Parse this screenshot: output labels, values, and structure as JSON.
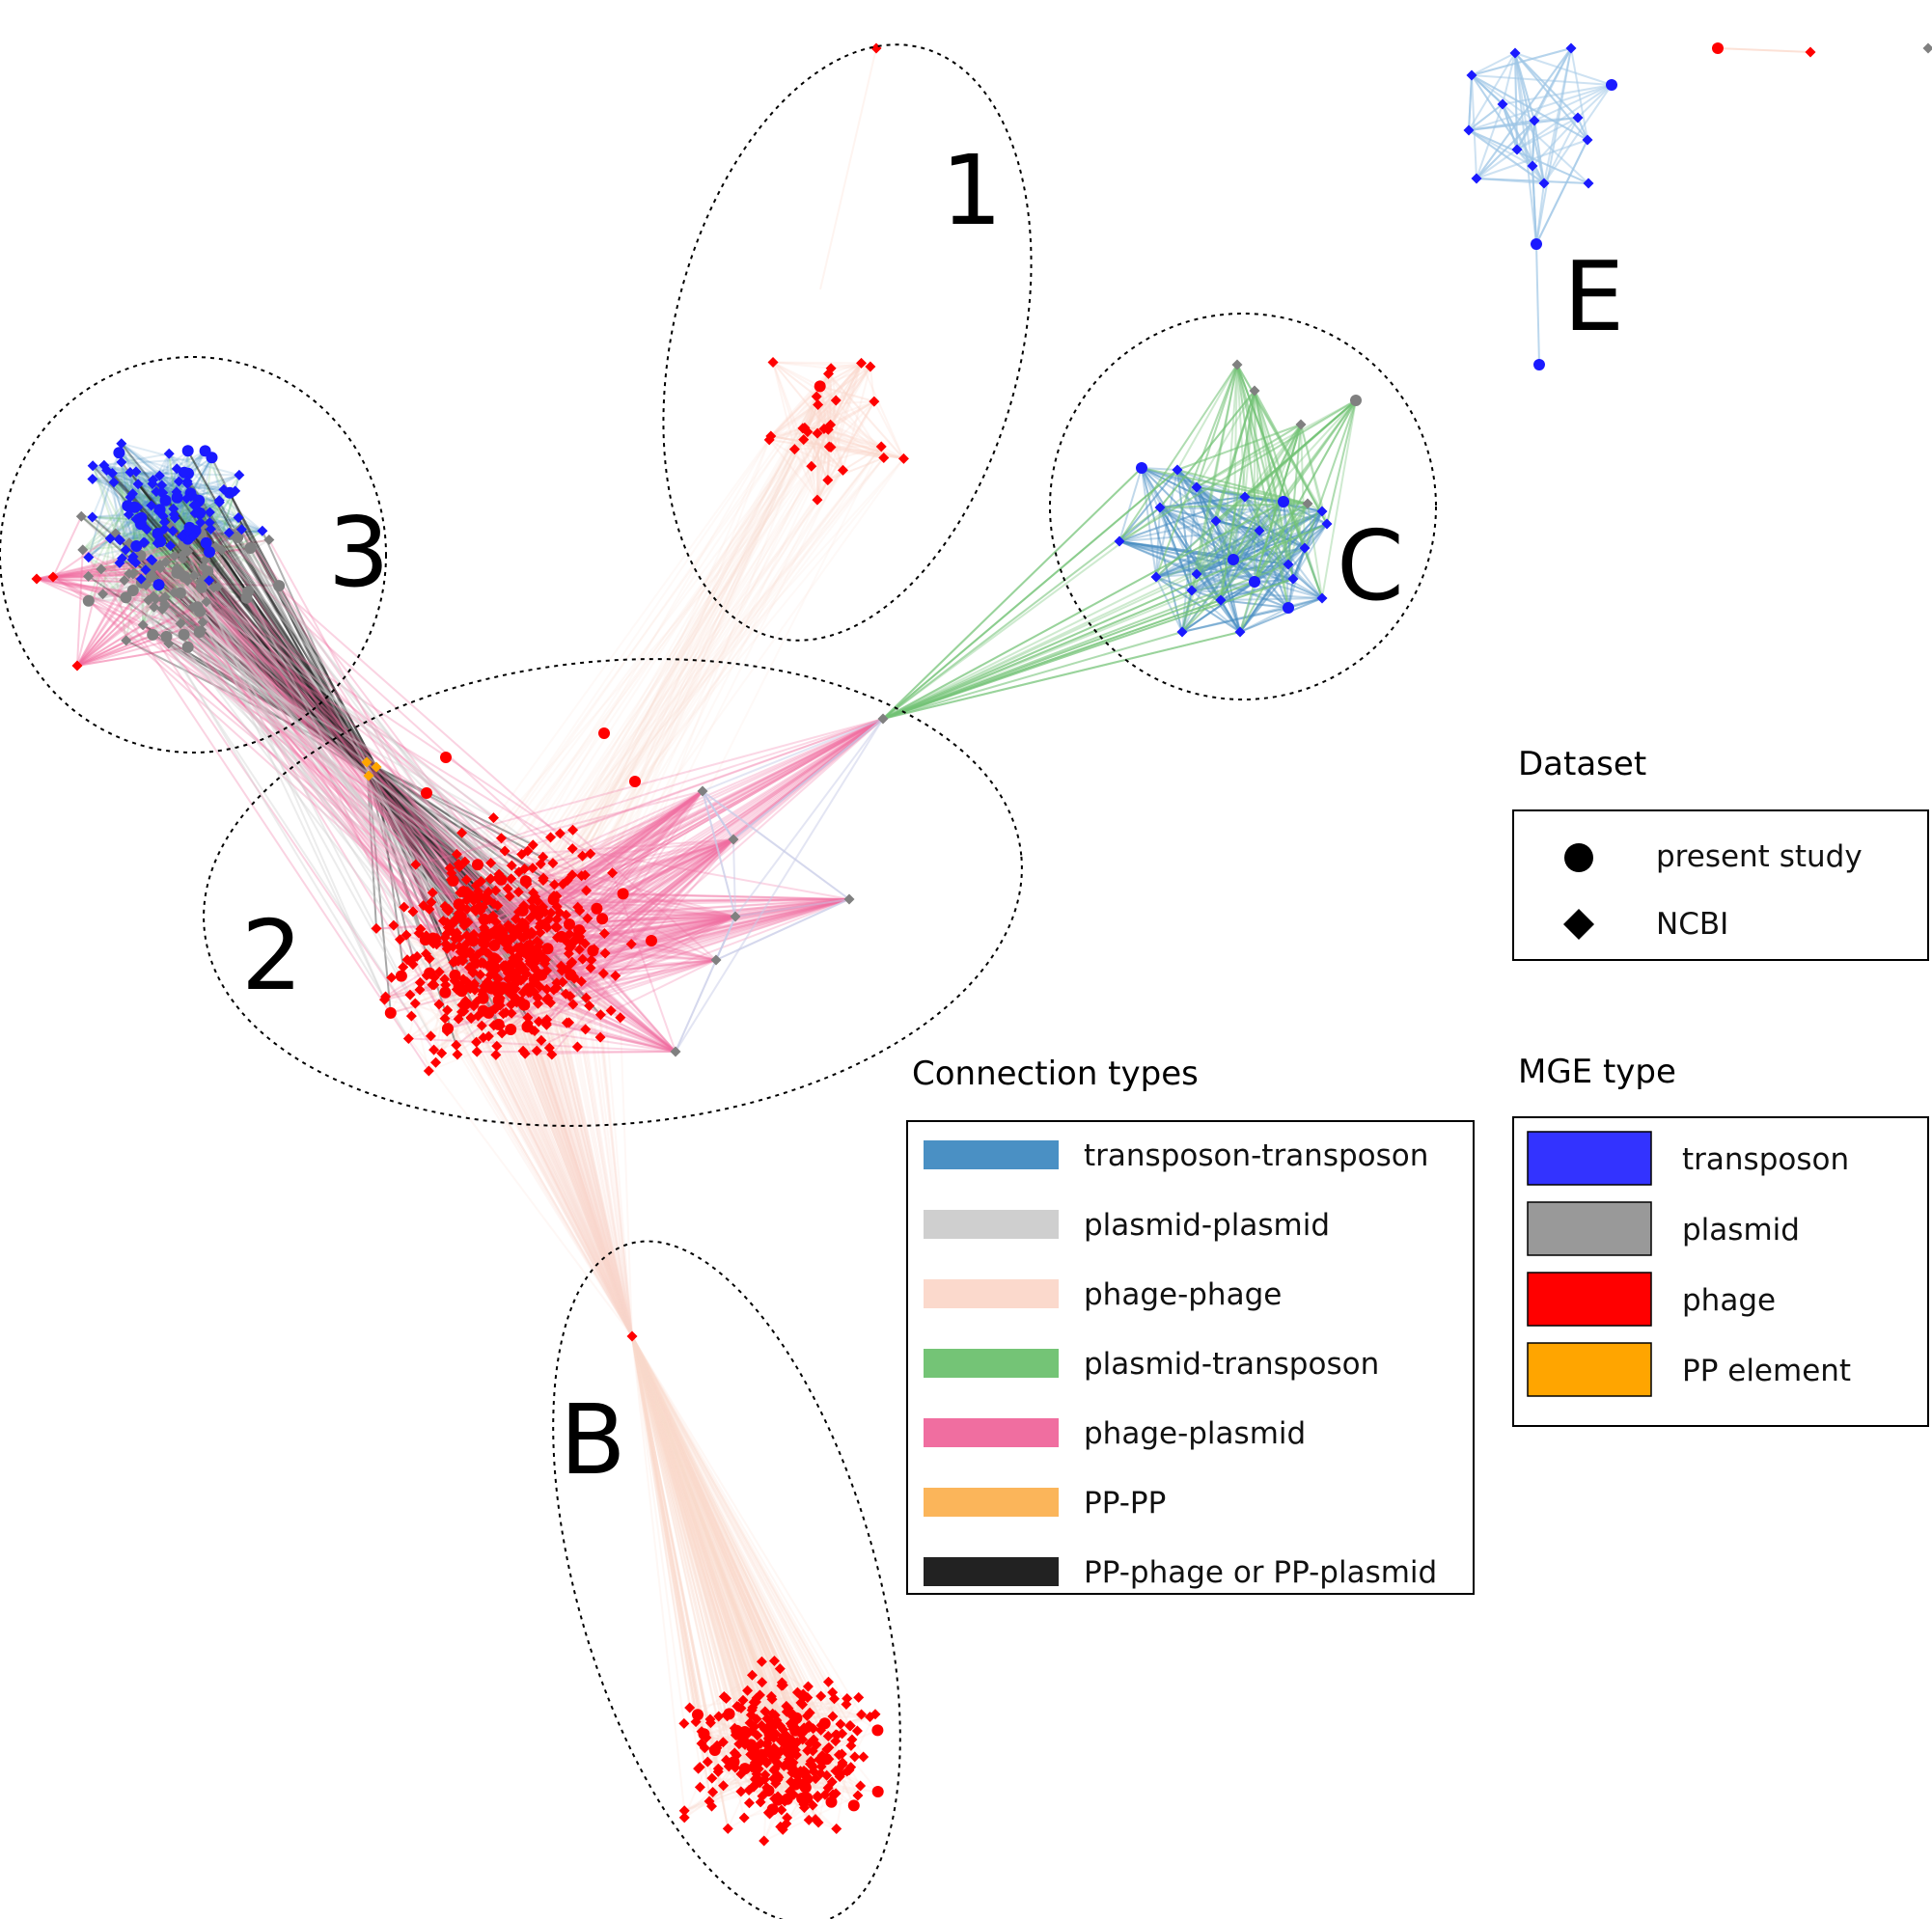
{
  "clusters": {
    "c1": "1",
    "c2": "2",
    "c3": "3",
    "cB": "B",
    "cC": "C",
    "cE": "E"
  },
  "legends": {
    "dataset": {
      "title": "Dataset",
      "items": [
        {
          "label": "present study",
          "shape": "circle"
        },
        {
          "label": "NCBI",
          "shape": "diamond"
        }
      ]
    },
    "connection_types": {
      "title": "Connection types",
      "items": [
        {
          "label": "transposon-transposon",
          "color": "#4a90c4"
        },
        {
          "label": "plasmid-plasmid",
          "color": "#cfcfcf"
        },
        {
          "label": "phage-phage",
          "color": "#fbd9cc"
        },
        {
          "label": "plasmid-transposon",
          "color": "#74c476"
        },
        {
          "label": "phage-plasmid",
          "color": "#f06ea0"
        },
        {
          "label": "PP-PP",
          "color": "#fbb55a"
        },
        {
          "label": "PP-phage or PP-plasmid",
          "color": "#222222"
        }
      ]
    },
    "mge_type": {
      "title": "MGE type",
      "items": [
        {
          "label": "transposon",
          "color": "#3333ff"
        },
        {
          "label": "plasmid",
          "color": "#999999"
        },
        {
          "label": "phage",
          "color": "#ff0000"
        },
        {
          "label": "PP element",
          "color": "#ffa500"
        }
      ]
    }
  },
  "colors": {
    "transposon": "#1a1aff",
    "plasmid": "#808080",
    "phage": "#ff0000",
    "pp": "#ffa500",
    "edge_tt": "#4a90c4",
    "edge_pp": "#cfcfcf",
    "edge_phph": "#fbd9cc",
    "edge_pt": "#74c476",
    "edge_php": "#f06ea0",
    "edge_ppx": "#222222"
  }
}
